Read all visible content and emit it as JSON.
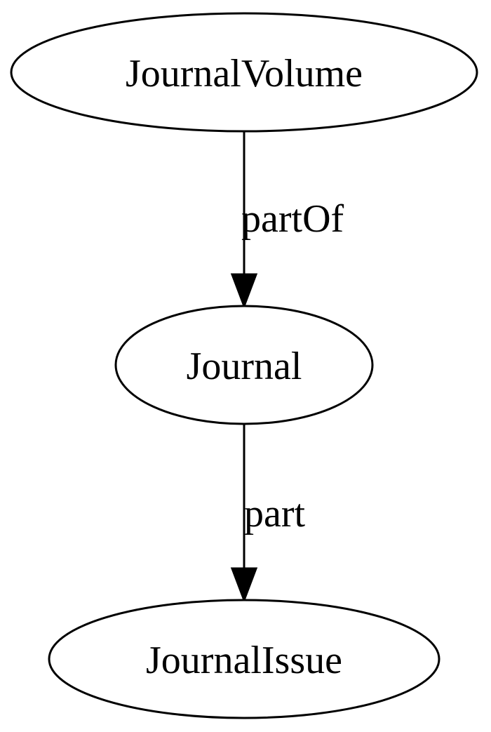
{
  "diagram": {
    "nodes": {
      "journal_volume": {
        "label": "JournalVolume"
      },
      "journal": {
        "label": "Journal"
      },
      "journal_issue": {
        "label": "JournalIssue"
      }
    },
    "edges": {
      "volume_to_journal": {
        "label": "partOf"
      },
      "journal_to_issue": {
        "label": "part"
      }
    },
    "colors": {
      "stroke": "#000000",
      "background": "#ffffff",
      "text": "#000000"
    }
  }
}
